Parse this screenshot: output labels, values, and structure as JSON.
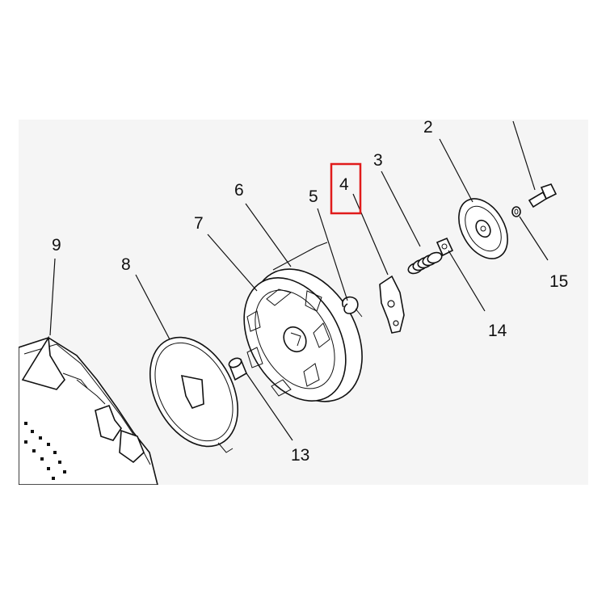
{
  "diagram": {
    "highlight_color": "#e01b1b",
    "highlighted_callout": "4",
    "callouts": [
      {
        "id": "2",
        "label": "2"
      },
      {
        "id": "3",
        "label": "3"
      },
      {
        "id": "4",
        "label": "4"
      },
      {
        "id": "5",
        "label": "5"
      },
      {
        "id": "6",
        "label": "6"
      },
      {
        "id": "7",
        "label": "7"
      },
      {
        "id": "8",
        "label": "8"
      },
      {
        "id": "9",
        "label": "9"
      },
      {
        "id": "13",
        "label": "13"
      },
      {
        "id": "14",
        "label": "14"
      },
      {
        "id": "15",
        "label": "15"
      }
    ]
  }
}
